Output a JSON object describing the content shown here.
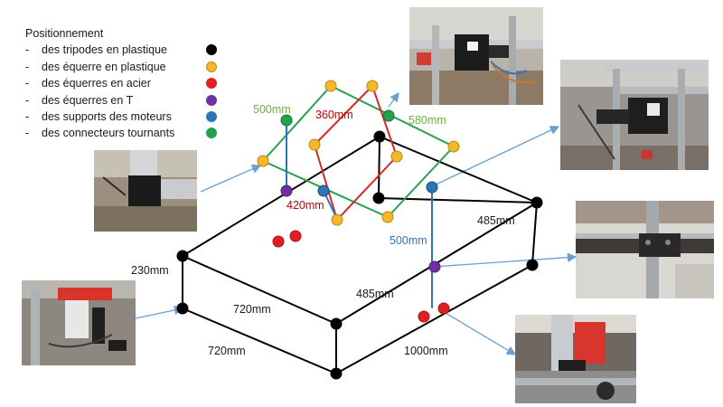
{
  "legend": {
    "title": "Positionnement",
    "items": [
      {
        "label": "des tripodes en plastique",
        "color": "#000000"
      },
      {
        "label": "des équerre en plastique",
        "color": "#f6b72a"
      },
      {
        "label": "des équerres en acier",
        "color": "#e02020"
      },
      {
        "label": "des équerres en T",
        "color": "#7030a0"
      },
      {
        "label": "des supports des moteurs",
        "color": "#2e75b6"
      },
      {
        "label": "des connecteurs tournants",
        "color": "#23a24d"
      }
    ]
  },
  "dimensions": {
    "d500_green": "500mm",
    "d360": "360mm",
    "d580": "580mm",
    "d420": "420mm",
    "d485_right": "485mm",
    "d500_blue": "500mm",
    "d230": "230mm",
    "d720_mid": "720mm",
    "d485_mid": "485mm",
    "d720_bottom": "720mm",
    "d1000": "1000mm"
  },
  "colors": {
    "frame": "#000000",
    "green_frame": "#23a24d",
    "red_frame": "#d62828",
    "blue_post": "#2e75b6",
    "arrow": "#6a9fd0",
    "dim_green": "#70ad47",
    "dim_red": "#c00000",
    "dim_blue": "#2e75b6",
    "dim_black": "#1a1a1a"
  }
}
